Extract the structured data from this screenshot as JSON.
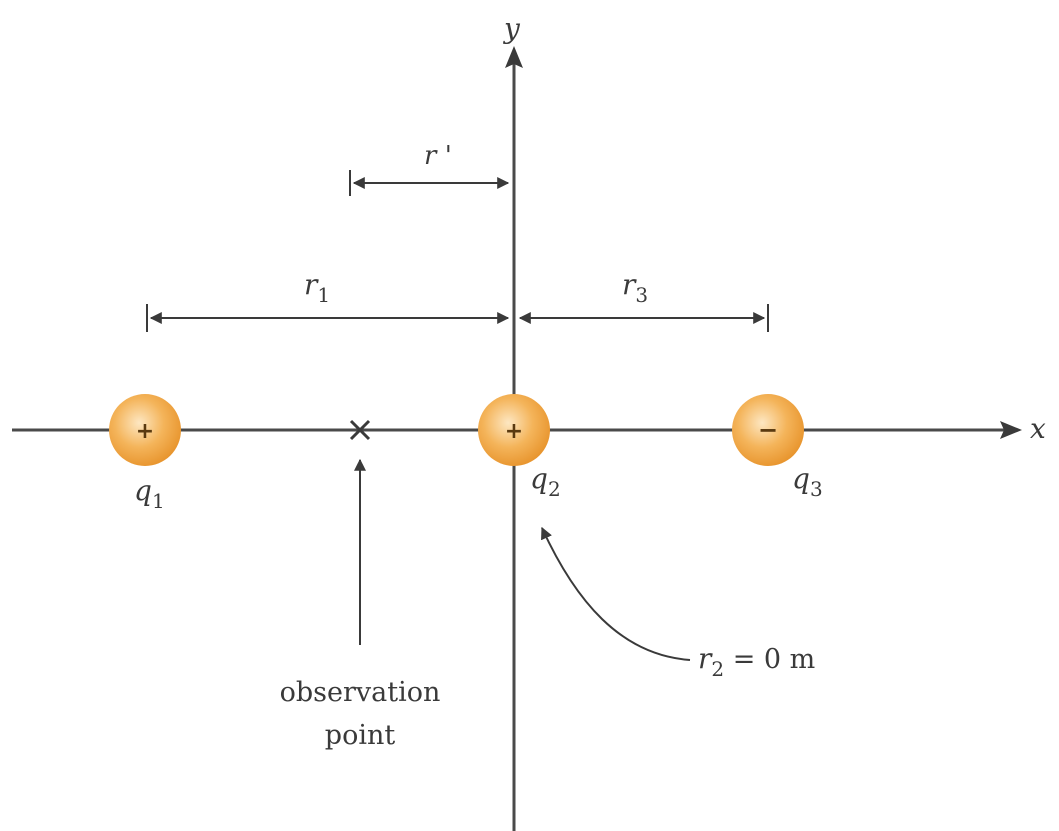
{
  "axes": {
    "x_label": "x",
    "y_label": "y"
  },
  "charges": [
    {
      "name": "q",
      "subscript": "1",
      "sign": "+"
    },
    {
      "name": "q",
      "subscript": "2",
      "sign": "+"
    },
    {
      "name": "q",
      "subscript": "3",
      "sign": "−"
    }
  ],
  "distances": {
    "r_prime": "r '",
    "r1": {
      "name": "r",
      "subscript": "1"
    },
    "r3": {
      "name": "r",
      "subscript": "3"
    },
    "r2": {
      "name": "r",
      "subscript": "2",
      "value": " = 0 m"
    }
  },
  "observation": {
    "line1": "observation",
    "line2": "point"
  },
  "colors": {
    "charge_fill": "#f2a94a",
    "charge_highlight": "#fde7c2",
    "axis": "#4a4a4a"
  }
}
